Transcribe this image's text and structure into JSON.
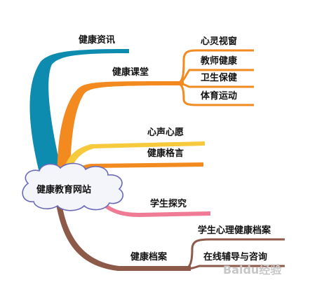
{
  "center": {
    "label": "健康教育网站"
  },
  "branches": {
    "news": {
      "label": "健康资讯",
      "color": "#0e8cb0"
    },
    "course": {
      "label": "健康课堂",
      "color": "#f28a1f",
      "children": [
        "心灵视窗",
        "教师健康",
        "卫生保健",
        "体育运动"
      ]
    },
    "voice": {
      "label": "心声心愿",
      "color": "#f7c93c"
    },
    "motto": {
      "label": "健康格言",
      "color": "#f28a1f"
    },
    "explore": {
      "label": "学生探究",
      "color": "#f07b94"
    },
    "archive": {
      "label": "健康档案",
      "color": "#8d5a4a",
      "children": [
        "学生心理健康档案",
        "在线辅导与咨询"
      ]
    }
  },
  "watermark": "Baidu经验"
}
